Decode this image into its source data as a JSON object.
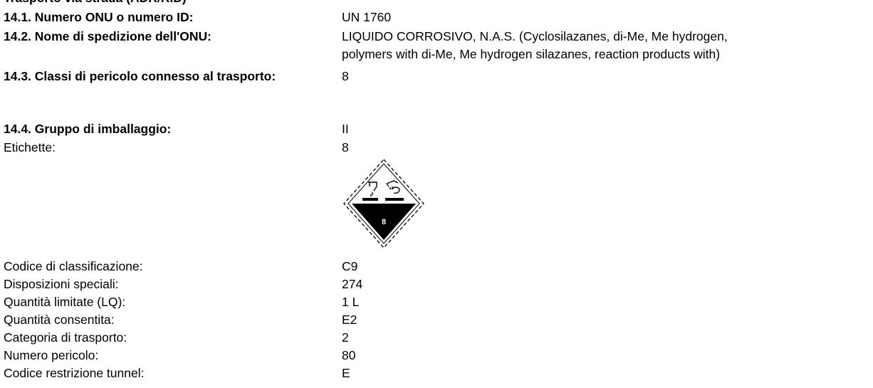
{
  "section_header": "Trasporto via strada (ADR/RID)",
  "transport": {
    "un_number": {
      "label": "14.1. Numero ONU o numero ID:",
      "value": "UN 1760"
    },
    "shipping_name": {
      "label": "14.2. Nome di spedizione dell'ONU:",
      "value_line1": "LIQUIDO CORROSIVO, N.A.S.  (Cyclosilazanes, di-Me, Me hydrogen,",
      "value_line2": "polymers with di-Me, Me hydrogen silazanes, reaction products with)"
    },
    "hazard_class": {
      "label": "14.3. Classi di pericolo connesso al trasporto:",
      "value": "8"
    },
    "packing_group": {
      "label": "14.4. Gruppo di imballaggio:",
      "value": "II"
    },
    "labels": {
      "label": "Etichette:",
      "value": "8",
      "pictogram_icon": "corrosive-hazard-diamond-icon",
      "pictogram_number": "8"
    }
  },
  "details": [
    {
      "label": "Codice di classificazione:",
      "value": "C9"
    },
    {
      "label": "Disposizioni speciali:",
      "value": "274"
    },
    {
      "label": "Quantità limitate (LQ):",
      "value": "1 L"
    },
    {
      "label": "Quantità consentita:",
      "value": "E2"
    },
    {
      "label": "Categoria di trasporto:",
      "value": "2"
    },
    {
      "label": "Numero pericolo:",
      "value": "80"
    },
    {
      "label": "Codice restrizione tunnel:",
      "value": "E"
    }
  ],
  "colors": {
    "text": "#000000",
    "background": "#ffffff"
  }
}
